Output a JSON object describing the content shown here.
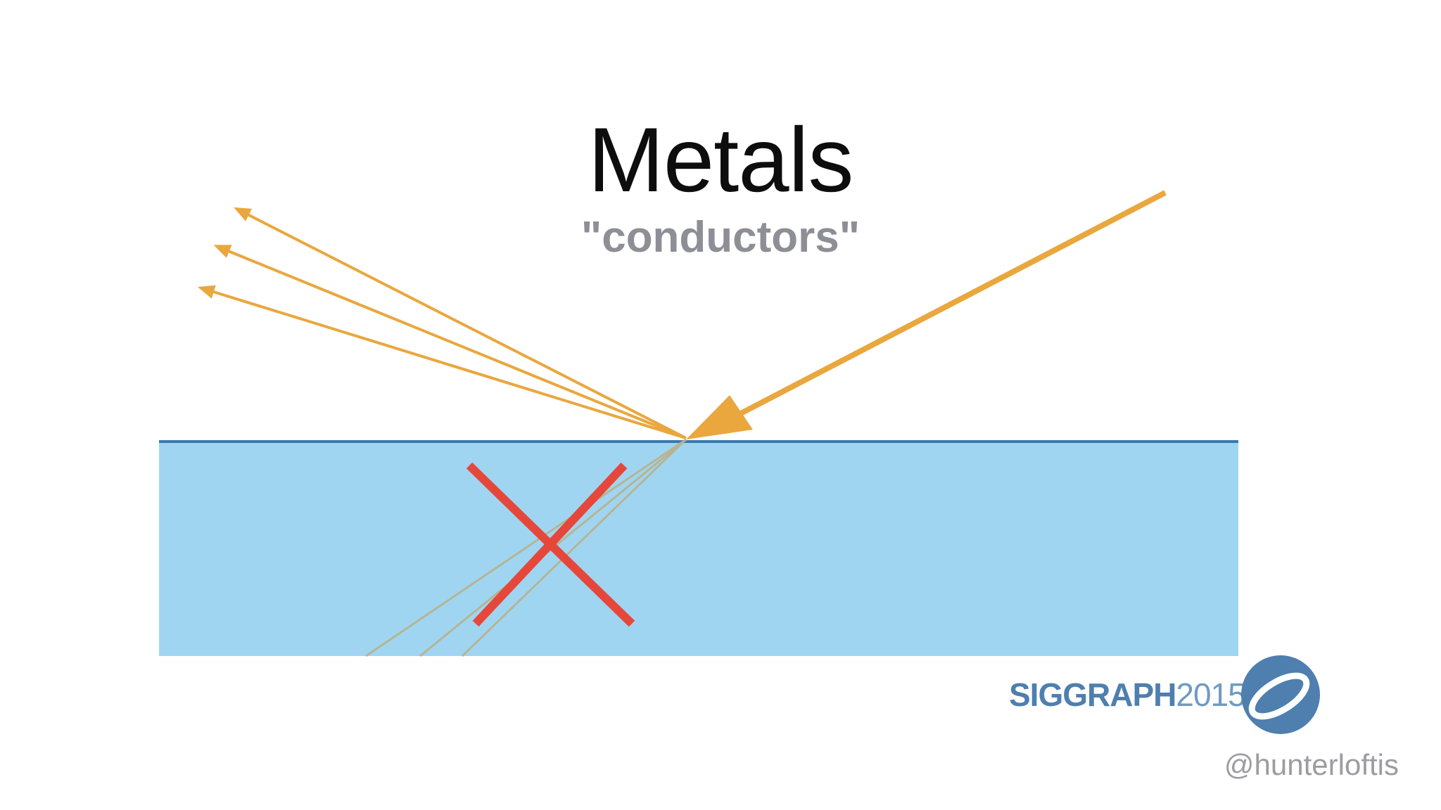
{
  "slide": {
    "title": "Metals",
    "subtitle": "\"conductors\"",
    "brand_bold": "SIGGRAPH",
    "brand_year": "2015",
    "handle": "@hunterloftis"
  },
  "colors": {
    "background": "#ffffff",
    "material": "#a0d5f2",
    "surface_line": "#3a78b0",
    "light_ray": "#e9a73e",
    "refracted_ray": "#b8b28a",
    "cross": "#e5483a",
    "brand": "#4e7fae"
  },
  "icons": [
    "incoming-ray-arrow-icon",
    "reflected-ray-arrow-icon",
    "red-x-icon",
    "siggraph-logo-icon"
  ]
}
